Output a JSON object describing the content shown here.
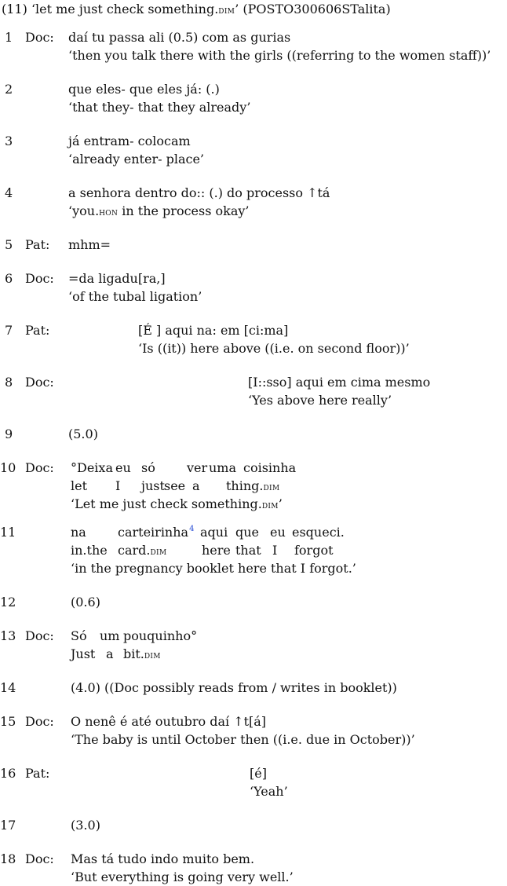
{
  "example": {
    "number": "(11)",
    "title_open": "‘let me just check something.",
    "title_dim": "DIM",
    "title_close": "’",
    "source": "(POSTO300606STalita)"
  },
  "lines": [
    {
      "n": "1",
      "speaker": "Doc:",
      "orig": "daí tu passa ali (0.5) com as gurias",
      "trans": "‘then you talk there with the girls ((referring to the women staff))’"
    },
    {
      "n": "2",
      "speaker": "",
      "orig": "que eles- que eles já: (.)",
      "trans": "‘that they- that they already’"
    },
    {
      "n": "3",
      "speaker": "",
      "orig": "já entram- colocam",
      "trans": "‘already enter- place’"
    },
    {
      "n": "4",
      "speaker": "",
      "orig": "a senhora dentro do:: (.) do processo ↑tá",
      "trans_pre": "‘you.",
      "trans_sc": "HON",
      "trans_post": " in the process okay’"
    },
    {
      "n": "5",
      "speaker": "Pat:",
      "orig": "mhm="
    },
    {
      "n": "6",
      "speaker": "Doc:",
      "orig": "=da ligadu[ra,]",
      "trans": "‘of the tubal ligation’"
    },
    {
      "n": "7",
      "speaker": "Pat:",
      "orig": "[É ] aqui na: em [ci:ma]",
      "trans": "‘Is ((it)) here above ((i.e. on second floor))’"
    },
    {
      "n": "8",
      "speaker": "Doc:",
      "orig": "[I::sso] aqui em cima mesmo",
      "trans": "‘Yes above here really’"
    },
    {
      "n": "9",
      "speaker": "",
      "orig": "(5.0)"
    },
    {
      "n": "10",
      "speaker": "Doc:",
      "words": [
        "°Deixa",
        "eu",
        "só",
        "ver",
        "uma",
        "coisinha"
      ],
      "gloss": [
        "let",
        "I",
        "just",
        "see",
        "a",
        "thing."
      ],
      "gloss_sc": "DIM",
      "trans_pre": "‘Let me just check something.",
      "trans_sc": "DIM",
      "trans_post": "’"
    },
    {
      "n": "11",
      "speaker": "",
      "words": [
        "na",
        "carteirinha",
        "aqui",
        "que",
        "eu",
        "esqueci."
      ],
      "footnote": "4",
      "gloss": [
        "in.the",
        "card.",
        "here",
        "that",
        "I",
        "forgot"
      ],
      "gloss_sc": "DIM",
      "trans": "‘in the pregnancy booklet here that I forgot.’"
    },
    {
      "n": "12",
      "speaker": "",
      "orig": "(0.6)"
    },
    {
      "n": "13",
      "speaker": "Doc:",
      "words": [
        "Só",
        "um",
        "pouquinho°"
      ],
      "gloss": [
        "Just",
        "a",
        "bit."
      ],
      "gloss_sc": "DIM"
    },
    {
      "n": "14",
      "speaker": "",
      "orig": "(4.0) ((Doc possibly reads from / writes in booklet))"
    },
    {
      "n": "15",
      "speaker": "Doc:",
      "orig": "O nenê é até outubro daí ↑t[á]",
      "trans": "‘The baby is until October then ((i.e. due in October))’"
    },
    {
      "n": "16",
      "speaker": "Pat:",
      "orig": "[é]",
      "trans": "‘Yeah’"
    },
    {
      "n": "17",
      "speaker": "",
      "orig": "(3.0)"
    },
    {
      "n": "18",
      "speaker": "Doc:",
      "orig": "Mas tá tudo indo muito bem.",
      "trans": "‘But everything is going very well.’"
    }
  ]
}
